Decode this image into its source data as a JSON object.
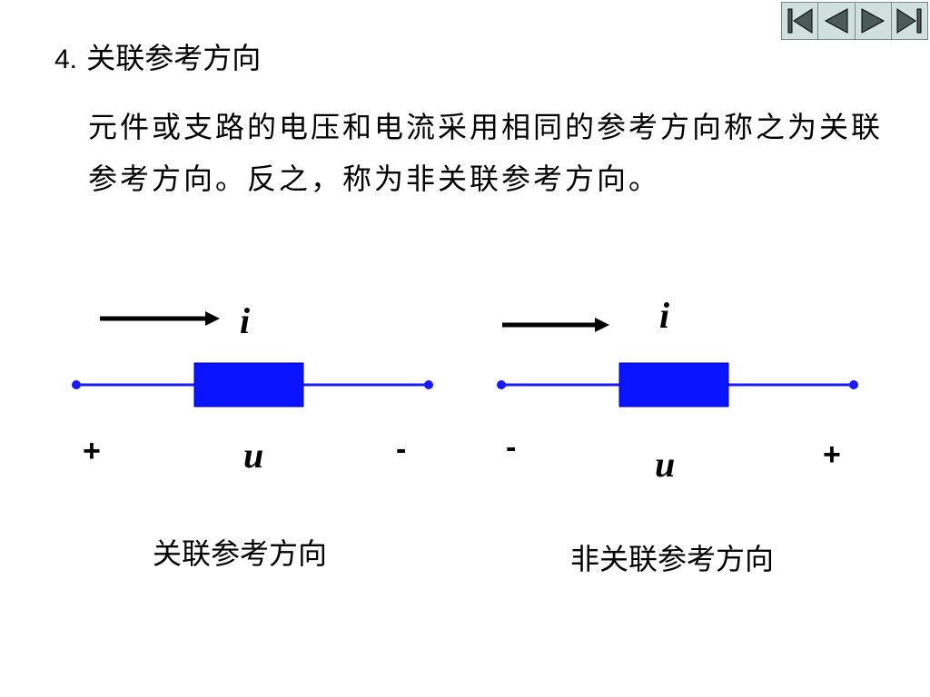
{
  "nav": {
    "buttons": [
      {
        "name": "first-slide",
        "icon": "first-slide-icon"
      },
      {
        "name": "previous-slide",
        "icon": "previous-slide-icon"
      },
      {
        "name": "next-slide",
        "icon": "next-slide-icon"
      },
      {
        "name": "last-slide",
        "icon": "last-slide-icon"
      }
    ]
  },
  "title": {
    "number": "4.",
    "text": "关联参考方向"
  },
  "description": "元件或支路的电压和电流采用相同的参考方向称之为关联参考方向。反之，称为非关联参考方向。",
  "colors": {
    "wire": "#1a1aff",
    "element": "#0a14ff",
    "arrow": "#000000"
  },
  "figures": [
    {
      "current_label": "i",
      "voltage_label": "u",
      "left_sign": "+",
      "right_sign": "-",
      "caption": "关联参考方向"
    },
    {
      "current_label": "i",
      "voltage_label": "u",
      "left_sign": "-",
      "right_sign": "+",
      "caption": "非关联参考方向"
    }
  ]
}
